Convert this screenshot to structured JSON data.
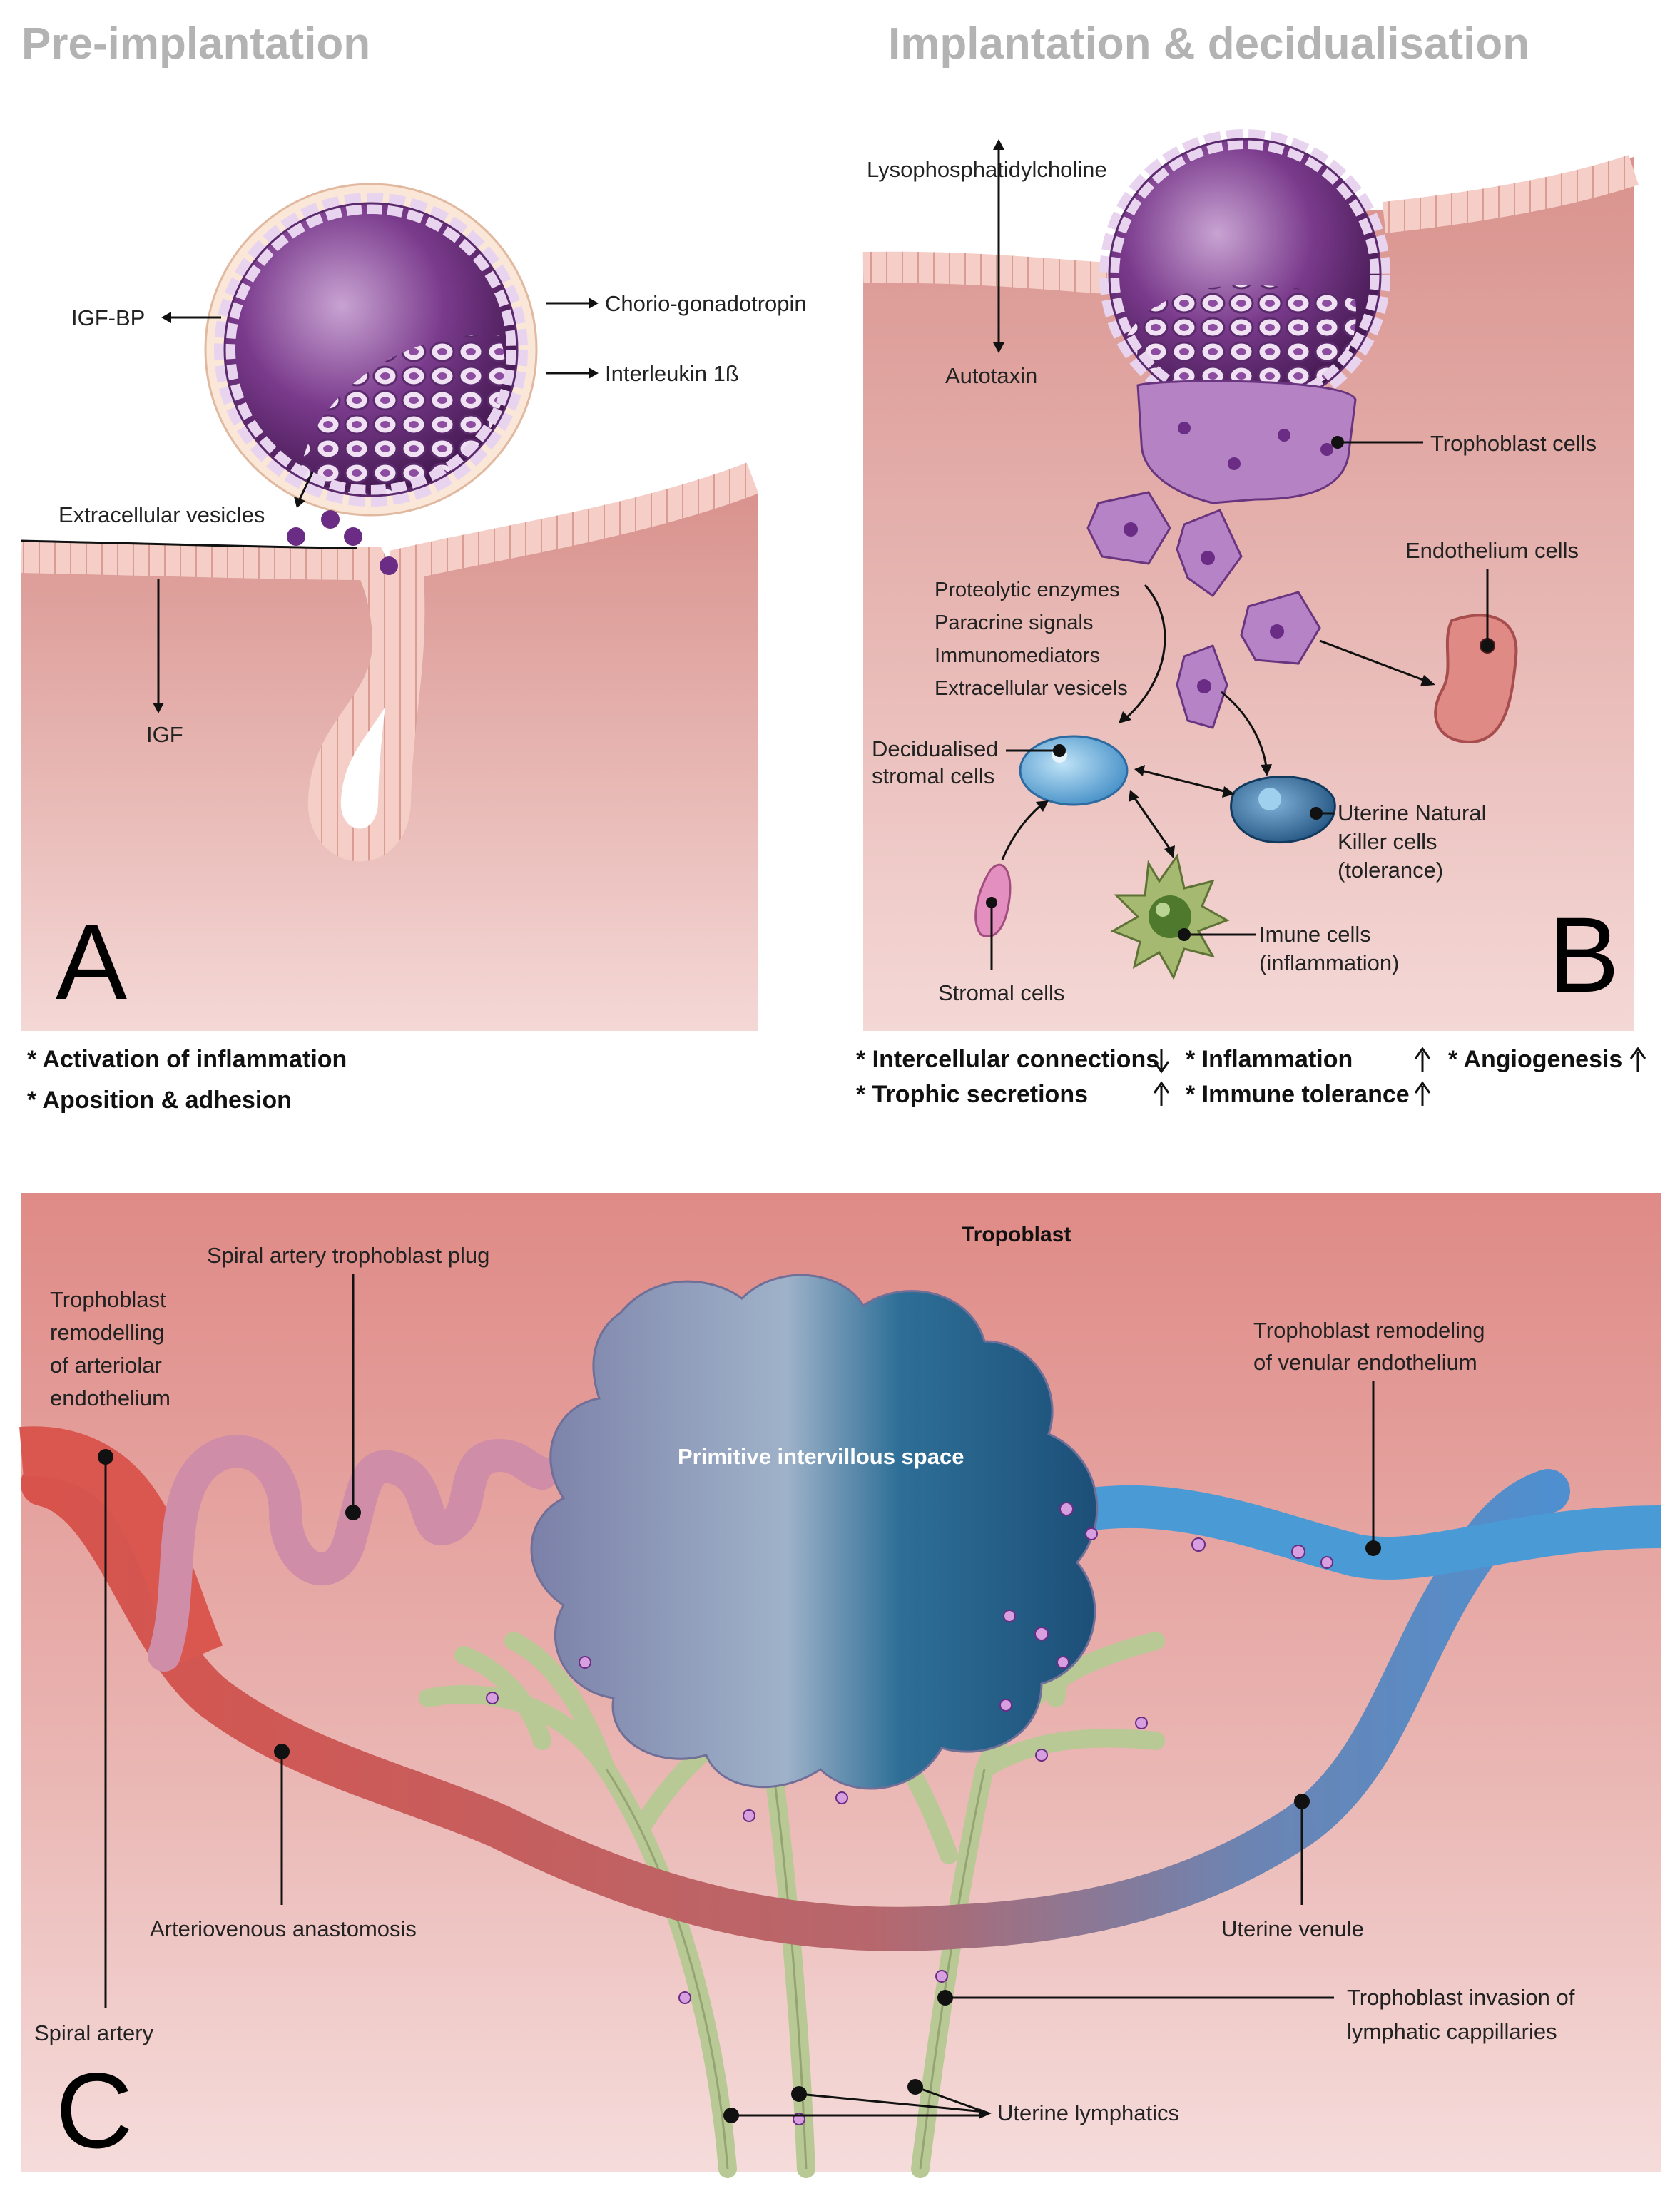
{
  "panel_a": {
    "title": "Pre-implantation",
    "letter": "A",
    "labels": {
      "igf_bp": "IGF-BP",
      "chorio": "Chorio-gonadotropin",
      "interleukin": "Interleukin 1ß",
      "ev": "Extracellular vesicles",
      "igf": "IGF"
    },
    "notes": [
      "* Activation of inflammation",
      "* Aposition & adhesion"
    ]
  },
  "panel_b": {
    "title": "Implantation & decidualisation",
    "letter": "B",
    "labels": {
      "lyso": "Lysophosphatidylcholine",
      "autotaxin": "Autotaxin",
      "troph": "Trophoblast cells",
      "endo": "Endothelium cells",
      "proteo": "Proteolytic enzymes",
      "paracrine": "Paracrine signals",
      "immuno": "Immunomediators",
      "extra": "Extracellular vesicels",
      "decid1": "Decidualised",
      "decid2": "stromal cells",
      "unk1": "Uterine Natural",
      "unk2": "Killer cells",
      "unk3": "(tolerance)",
      "imune1": "Imune cells",
      "imune2": "(inflammation)",
      "stromal": "Stromal cells"
    },
    "notes": {
      "intercellular": "* Intercellular connections",
      "trophic": "* Trophic secretions",
      "inflammation": "* Inflammation",
      "immune_tol": "* Immune tolerance",
      "angio": "* Angiogenesis"
    }
  },
  "panel_c": {
    "letter": "C",
    "labels": {
      "tropoblast": "Tropoblast",
      "plug": "Spiral artery trophoblast plug",
      "arteriolar1": "Trophoblast",
      "arteriolar2": "remodelling",
      "arteriolar3": "of arteriolar",
      "arteriolar4": "endothelium",
      "venular1": "Trophoblast remodeling",
      "venular2": "of venular endothelium",
      "primitive": "Primitive intervillous space",
      "anastomosis": "Arteriovenous anastomosis",
      "venule": "Uterine venule",
      "spiral": "Spiral artery",
      "lymph_inv1": "Trophoblast invasion of",
      "lymph_inv2": "lymphatic cappillaries",
      "lymphatics": "Uterine lymphatics"
    }
  }
}
